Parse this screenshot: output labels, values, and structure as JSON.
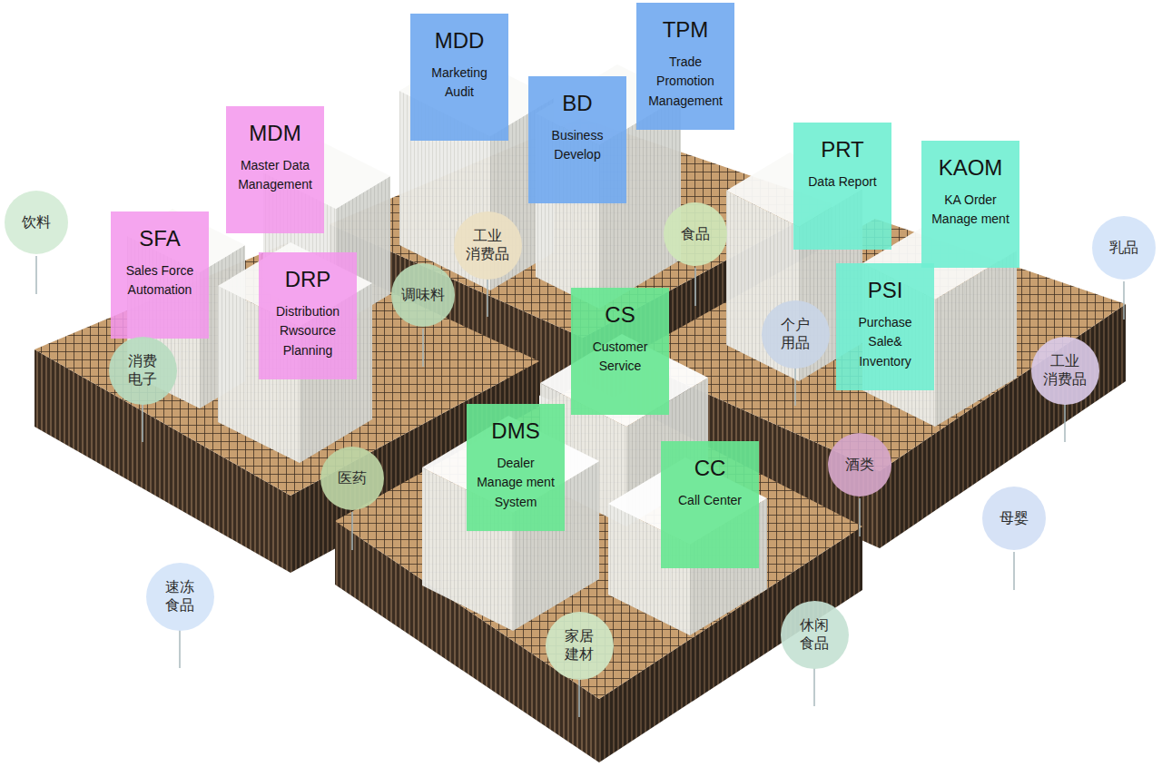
{
  "diagram": {
    "nodes": [
      {
        "text": [
          "MDD",
          "Marketing Audit"
        ]
      },
      {
        "text": [
          "TPM",
          "Trade Promotion Management"
        ]
      },
      {
        "text": [
          "BD",
          "Business Develop"
        ]
      },
      {
        "text": [
          "MDM",
          "Master Data Management"
        ]
      },
      {
        "text": [
          "PRT",
          "Data Report"
        ]
      },
      {
        "text": [
          "KAOM",
          "KA Order Manage ment"
        ]
      },
      {
        "text": [
          "饮料"
        ]
      },
      {
        "text": [
          "SFA",
          "Sales Force Automation"
        ]
      },
      {
        "text": [
          "工业 消费品"
        ]
      },
      {
        "text": [
          "食品"
        ]
      },
      {
        "text": [
          "乳品"
        ]
      },
      {
        "text": [
          "DRP",
          "Distribution Rwsource Planning"
        ]
      },
      {
        "text": [
          "调味料"
        ]
      },
      {
        "text": [
          "PSI",
          "Purchase Sale& Inventory"
        ]
      },
      {
        "text": [
          "CS",
          "Customer Service"
        ]
      },
      {
        "text": [
          "个户 用品"
        ]
      },
      {
        "text": [
          "消费 电子"
        ]
      },
      {
        "text": [
          "工业 消费品"
        ]
      },
      {
        "text": [
          "医药"
        ]
      },
      {
        "text": [
          "DMS",
          "Dealer Manage ment System"
        ]
      },
      {
        "text": [
          "酒类"
        ]
      },
      {
        "text": [
          "CC",
          "Call Center"
        ]
      },
      {
        "text": [
          "母婴"
        ]
      },
      {
        "text": [
          "速冻 食品"
        ]
      },
      {
        "text": [
          "家居 建材"
        ]
      },
      {
        "text": [
          "休闲 食品"
        ]
      }
    ]
  }
}
